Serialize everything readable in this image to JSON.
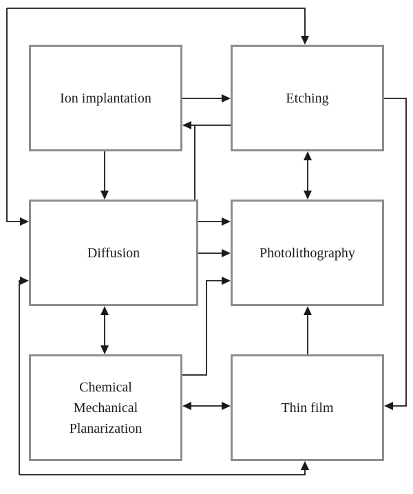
{
  "diagram": {
    "type": "flowchart",
    "nodes": {
      "ion_implantation": {
        "label": "Ion implantation"
      },
      "etching": {
        "label": "Etching"
      },
      "diffusion": {
        "label": "Diffusion"
      },
      "photolithography": {
        "label": "Photolithography"
      },
      "cmp": {
        "lines": [
          "Chemical",
          "Mechanical",
          "Planarization"
        ]
      },
      "thin_film": {
        "label": "Thin film"
      }
    },
    "edges": [
      {
        "from": "ion_implantation",
        "to": "etching",
        "arrows": "single"
      },
      {
        "from": "ion_implantation",
        "to": "diffusion",
        "arrows": "single"
      },
      {
        "from": "etching",
        "to": "ion_implantation",
        "arrows": "single"
      },
      {
        "from": "etching",
        "to": "photolithography",
        "arrows": "single",
        "route": "branch-from-etching-to-ion-line"
      },
      {
        "from": "etching",
        "to": "photolithography",
        "arrows": "double",
        "route": "vertical-between-boxes"
      },
      {
        "from": "diffusion",
        "to": "photolithography",
        "arrows": "single"
      },
      {
        "from": "diffusion",
        "to": "cmp",
        "arrows": "double"
      },
      {
        "from": "thin_film",
        "to": "photolithography",
        "arrows": "single"
      },
      {
        "from": "cmp",
        "to": "thin_film",
        "arrows": "double"
      },
      {
        "from": "cmp",
        "to": "photolithography",
        "arrows": "single",
        "route": "up-left-of-photolithography"
      },
      {
        "from": "diffusion",
        "to": "etching",
        "arrows": "double",
        "route": "outer-top-left-loop"
      },
      {
        "from": "diffusion",
        "to": "thin_film",
        "arrows": "double",
        "route": "outer-bottom-left-loop"
      },
      {
        "from": "etching",
        "to": "thin_film",
        "arrows": "single",
        "route": "outer-right-loop"
      }
    ],
    "colors": {
      "node_border": "#8d8d8d",
      "node_fill": "#ffffff",
      "arrow": "#1a1a1a",
      "text": "#1a1a1a",
      "background": "#ffffff"
    }
  }
}
